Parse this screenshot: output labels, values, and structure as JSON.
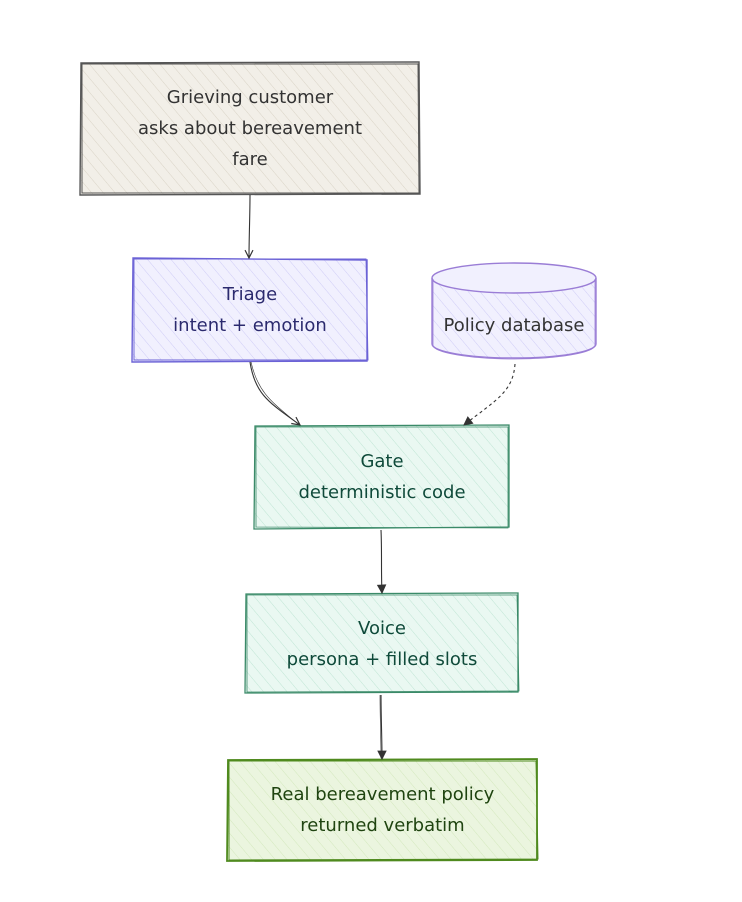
{
  "colors": {
    "customer_fill": "#f2efe8",
    "customer_stroke": "#555555",
    "triage_fill": "#ececfd",
    "triage_stroke": "#6b62d6",
    "policy_fill": "#ededfd",
    "policy_stroke": "#9a7dd6",
    "gate_fill": "#e6f7f1",
    "gate_stroke": "#3a8a68",
    "voice_fill": "#e3f6ee",
    "voice_stroke": "#3a8a68",
    "result_fill": "#e9f3dc",
    "result_stroke": "#4f8a1e",
    "edge": "#333333"
  },
  "nodes": {
    "customer": {
      "lines": [
        "Grieving customer",
        "asks about bereavement",
        "fare"
      ]
    },
    "triage": {
      "lines": [
        "Triage",
        "intent + emotion"
      ]
    },
    "policy": {
      "lines": [
        "Policy database"
      ]
    },
    "gate": {
      "lines": [
        "Gate",
        "deterministic code"
      ]
    },
    "voice": {
      "lines": [
        "Voice",
        "persona + filled slots"
      ]
    },
    "result": {
      "lines": [
        "Real bereavement policy",
        "returned verbatim"
      ]
    }
  },
  "edges": [
    {
      "from": "customer",
      "to": "triage",
      "style": "solid"
    },
    {
      "from": "triage",
      "to": "gate",
      "style": "solid"
    },
    {
      "from": "policy",
      "to": "gate",
      "style": "dashed"
    },
    {
      "from": "gate",
      "to": "voice",
      "style": "solid"
    },
    {
      "from": "voice",
      "to": "result",
      "style": "solid"
    }
  ]
}
